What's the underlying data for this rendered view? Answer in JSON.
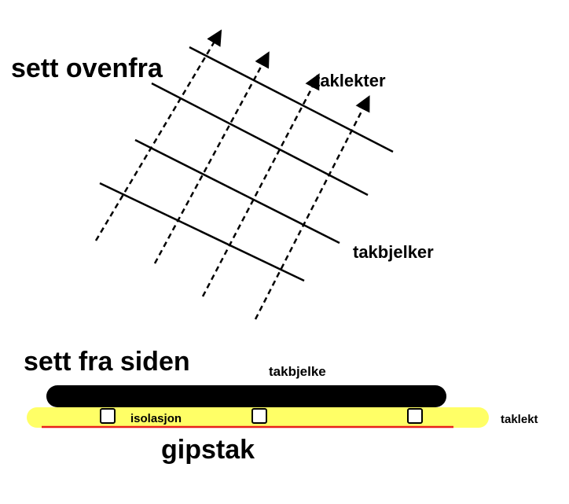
{
  "top_view": {
    "title": "sett ovenfra",
    "battens_label": "taklekter",
    "joists_label": "takbjelker"
  },
  "side_view": {
    "title": "sett fra siden",
    "joist_label": "takbjelke",
    "insulation_label": "isolasjon",
    "batten_label": "taklekt",
    "ceiling_label": "gipstak",
    "colors": {
      "joist": "#000000",
      "insulation": "#ffff66",
      "ceiling_line": "#e8211a",
      "batten_fill": "#ffffff"
    }
  }
}
